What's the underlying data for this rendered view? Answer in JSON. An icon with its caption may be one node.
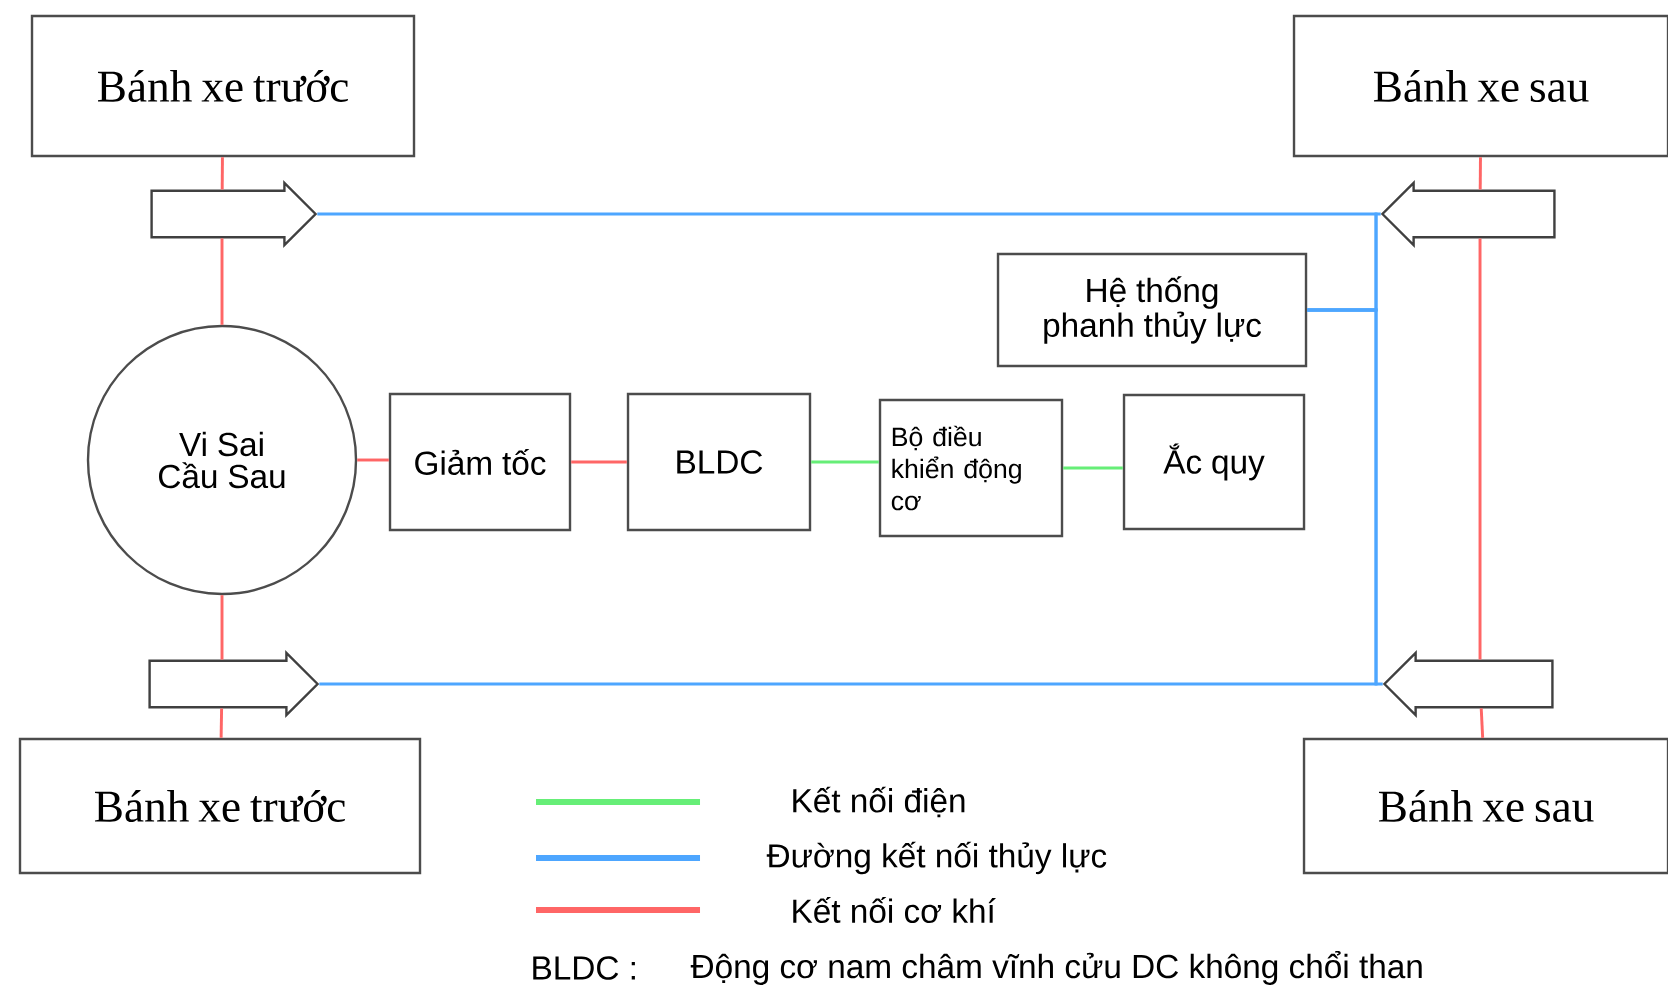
{
  "diagram": {
    "nodes": [
      {
        "text": [
          "Bánh xe trước"
        ]
      },
      {
        "text": [
          "Bánh xe sau"
        ]
      },
      {
        "text": [
          "Hệ thống phanh thủy lực"
        ]
      },
      {
        "text": [
          "Vi Sai Cầu Sau"
        ]
      },
      {
        "text": [
          "Giảm tốc"
        ]
      },
      {
        "text": [
          "BLDC"
        ]
      },
      {
        "text": [
          "Bộ điều khiển động cơ"
        ]
      },
      {
        "text": [
          "Ắc quy"
        ]
      },
      {
        "text": [
          "Bánh xe trước"
        ]
      },
      {
        "text": [
          "Bánh xe sau"
        ]
      },
      {
        "text": [],
        "shape": "arrow"
      },
      {
        "text": [],
        "shape": "arrow"
      },
      {
        "text": [],
        "shape": "arrow"
      },
      {
        "text": [],
        "shape": "arrow"
      }
    ],
    "edges": [
      {
        "from": 0,
        "to": 10,
        "arrow": "none",
        "color": "#ff6666"
      },
      {
        "from": 10,
        "to": 3,
        "arrow": "none",
        "color": "#ff6666"
      },
      {
        "from": 3,
        "to": 12,
        "arrow": "none",
        "color": "#ff6666"
      },
      {
        "from": 12,
        "to": 8,
        "arrow": "none",
        "color": "#ff6666"
      },
      {
        "from": 1,
        "to": 11,
        "arrow": "none",
        "color": "#ff6666"
      },
      {
        "from": 11,
        "to": 13,
        "arrow": "none",
        "color": "#ff6666"
      },
      {
        "from": 13,
        "to": 9,
        "arrow": "none",
        "color": "#ff6666"
      },
      {
        "from": 3,
        "to": 4,
        "arrow": "none",
        "color": "#ff6666"
      },
      {
        "from": 4,
        "to": 5,
        "arrow": "none",
        "color": "#ff6666"
      },
      {
        "from": 5,
        "to": 6,
        "arrow": "none",
        "color": "#66ee77"
      },
      {
        "from": 6,
        "to": 7,
        "arrow": "none",
        "color": "#66ee77"
      },
      {
        "from": 2,
        "to": 10,
        "arrow": "none",
        "color": "#4da6ff"
      },
      {
        "from": 2,
        "to": 11,
        "arrow": "none",
        "color": "#4da6ff"
      },
      {
        "from": 2,
        "to": 12,
        "arrow": "none",
        "color": "#4da6ff"
      },
      {
        "from": 2,
        "to": 13,
        "arrow": "none",
        "color": "#4da6ff"
      }
    ],
    "labels": [
      "BLDC :",
      "Động cơ nam châm vĩnh cửu DC không chổi than"
    ],
    "legend": [
      {
        "text": "Kết nối điện",
        "color": "#66ee77"
      },
      {
        "text": "Đường kết nối thủy lực",
        "color": "#4da6ff"
      },
      {
        "text": "Kết nối cơ khí",
        "color": "#ff6666"
      }
    ]
  }
}
